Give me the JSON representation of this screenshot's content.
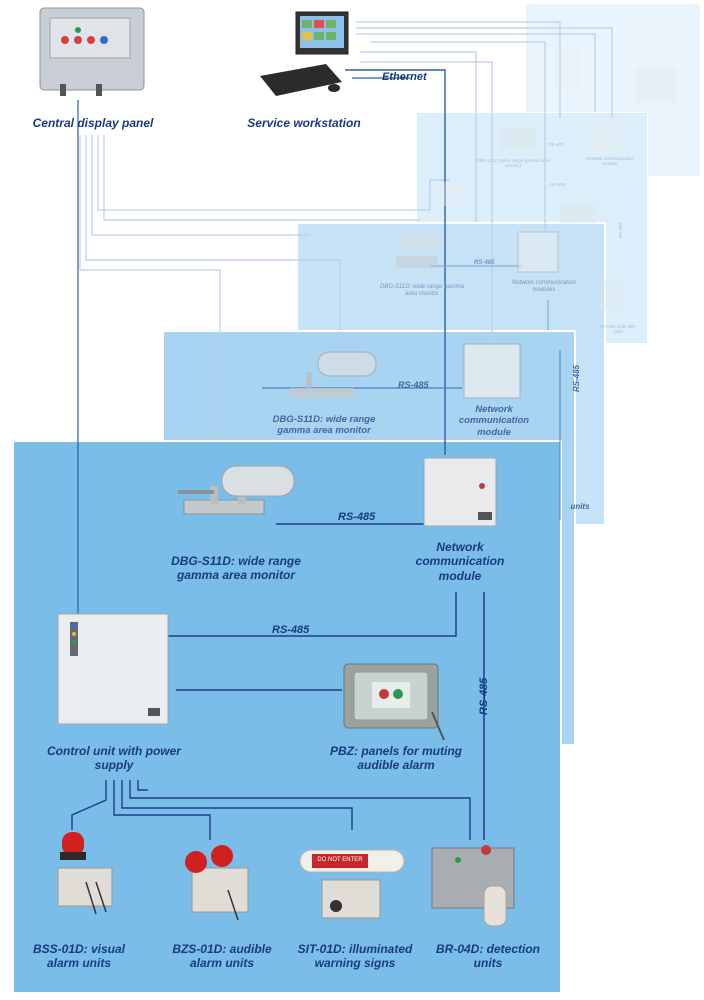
{
  "top": {
    "central_display_panel": "Central display panel",
    "service_workstation": "Service workstation",
    "ethernet": "Ethernet"
  },
  "front_panel": {
    "dbg": "DBG-S11D: wide range gamma area monitor",
    "ncm": "Network communication module",
    "control_unit": "Control unit with power supply",
    "pbz": "PBZ: panels for muting audible alarm",
    "bss": "BSS-01D: visual alarm units",
    "bzs": "BZS-01D: audible alarm units",
    "sit": "SIT-01D: illuminated warning signs",
    "sit_sign": "DO NOT ENTER",
    "br": "BR-04D: detection units",
    "rs485_top": "RS-485",
    "rs485_mid": "RS-485",
    "rs485_vert": "RS-485"
  },
  "second_panel": {
    "dbg": "DBG-S11D: wide range gamma area monitor",
    "ncm": "Network communication module",
    "rs485": "RS-485",
    "rs485_side": "RS-485",
    "units_fragment": "units"
  },
  "third_panel": {
    "dbg": "DBG-S11D: wide range gamma area monitor",
    "ncm": "Network communication modules",
    "rs485": "RS-485"
  },
  "fourth_panel": {
    "dbg": "DBG-S11D (wide range gamma area monitor)",
    "ncm": "Network communication module",
    "rs485": "RS-485",
    "rs485_b": "RS-485",
    "rs485_side": "RS-485",
    "units": "RS-04D units (BR-04D)"
  },
  "colors": {
    "front": "#79bde8",
    "second": "#a8d4f1",
    "third": "#c6e2f6",
    "fourth": "#dbeefa",
    "fifth": "#e9f4fc",
    "line": "#2e5ea8",
    "label": "#1a3a80"
  }
}
